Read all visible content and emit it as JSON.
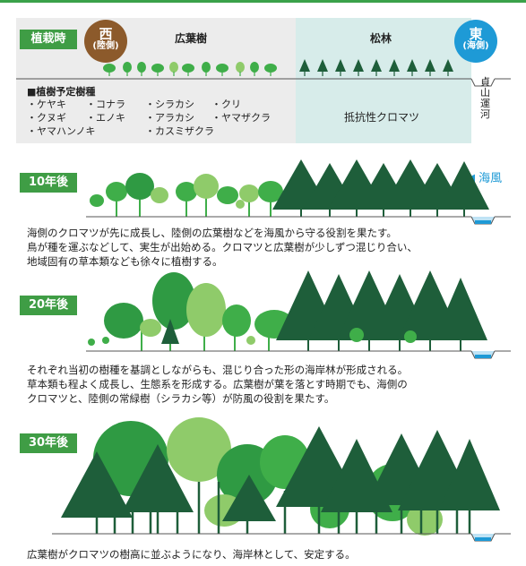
{
  "planting": {
    "tag": "植栽時",
    "west": {
      "main": "西",
      "sub": "(陸側)"
    },
    "east": {
      "main": "東",
      "sub": "(海側)"
    },
    "broadleaf_label": "広葉樹",
    "pine_label": "松林",
    "species_title": "■植樹予定樹種",
    "species": [
      "・ケヤキ",
      "・コナラ",
      "・シラカシ",
      "・クリ",
      "・クヌギ",
      "・エノキ",
      "・アラカシ",
      "・ヤマザクラ",
      "・ヤマハンノキ",
      "・カスミザクラ"
    ],
    "pine_species": "抵抗性クロマツ",
    "canal": "貞山運河"
  },
  "stages": [
    {
      "tag": "10年後",
      "wind": "◀ 海風",
      "lines": [
        "海側のクロマツが先に成長し、陸側の広葉樹などを海風から守る役割を果たす。",
        "鳥が種を運ぶなどして、実生が出始める。クロマツと広葉樹が少しずつ混じり合い、",
        "地域固有の草本類なども徐々に植樹する。"
      ]
    },
    {
      "tag": "20年後",
      "lines": [
        "それぞれ当初の樹種を基調としながらも、混じり合った形の海岸林が形成される。",
        "草本類も程よく成長し、生態系を形成する。広葉樹が葉を落とす時期でも、海側の",
        "クロマツと、陸側の常緑樹（シラカシ等）が防風の役割を果たす。"
      ]
    },
    {
      "tag": "30年後",
      "lines": [
        "広葉樹がクロマツの樹高に並ぶようになり、海岸林として、安定する。"
      ]
    }
  ],
  "colors": {
    "green_tag": "#3f9d45",
    "west_circle": "#8c5a2b",
    "east_circle": "#1e9ad6",
    "pine_dark": "#1e5e3a",
    "broadleaf": "#3fae49",
    "broadleaf_light": "#8fcb6a",
    "water": "#1e9ad6"
  }
}
